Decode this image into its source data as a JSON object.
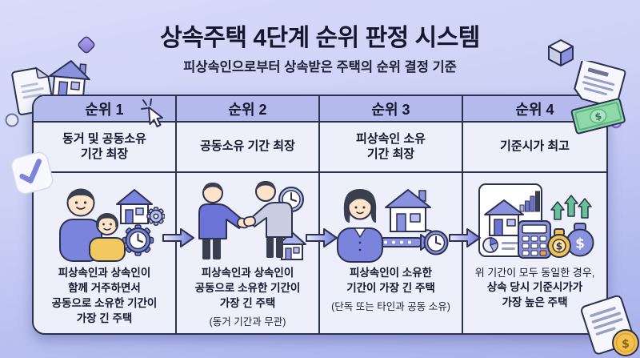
{
  "header": {
    "title": "상속주택 4단계 순위 판정 시스템",
    "subtitle": "피상속인으로부터 상속받은 주택의 순위 결정 기준"
  },
  "table": {
    "columns": [
      {
        "rank": "순위 1",
        "criterion": "동거 및 공동소유\n기간 최장",
        "pre_note": "",
        "description": "피상속인과 상속인이\n함께 거주하면서\n공동으로 소유한 기간이\n가장 긴 주택",
        "note": "",
        "illustration": "family-with-house-gear-clock"
      },
      {
        "rank": "순위 2",
        "criterion": "공동소유 기간 최장",
        "pre_note": "",
        "description": "피상속인과 상속인이\n공동으로 소유한 기간이\n가장 긴 주택",
        "note": "(동거 기간과 무관)",
        "illustration": "handshake-with-clock-house"
      },
      {
        "rank": "순위 3",
        "criterion": "피상속인 소유\n기간 최장",
        "pre_note": "",
        "description": "피상속인이 소유한\n기간이 가장 긴 주택",
        "note": "(단독 또는 타인과 공동 소유)",
        "illustration": "owner-house-timeline-clock"
      },
      {
        "rank": "순위 4",
        "criterion": "기준시가 최고",
        "pre_note": "위 기간이 모두 동일한 경우,",
        "description": "상속 당시 기준시가가\n가장 높은 주택",
        "note": "",
        "illustration": "property-report-calculator-moneybags"
      }
    ]
  },
  "decorations": [
    "document-icon",
    "house-icon",
    "diamond-icon",
    "circle-outline-left-icon",
    "check-badge-icon",
    "cube-icon",
    "invoice-icon",
    "money-bill-icon",
    "circle-outline-right-icon",
    "receipt-icon",
    "coin-icon",
    "cursor-click-icon"
  ],
  "colors": {
    "accent_purple": "#7b84dd",
    "panel_bg": "#edeffa",
    "header_row_bg": "#b4bbec",
    "border_navy": "#2c3150",
    "background_top": "#d8dbf9",
    "background_bottom": "#a9b1ec",
    "money_green": "#8fd8a8",
    "coin_gold": "#f2c14e",
    "arrow_green": "#66c295",
    "skin": "#fde3c8",
    "hair_dark": "#3a3f4f",
    "shirt_yellow": "#f2c95f"
  }
}
